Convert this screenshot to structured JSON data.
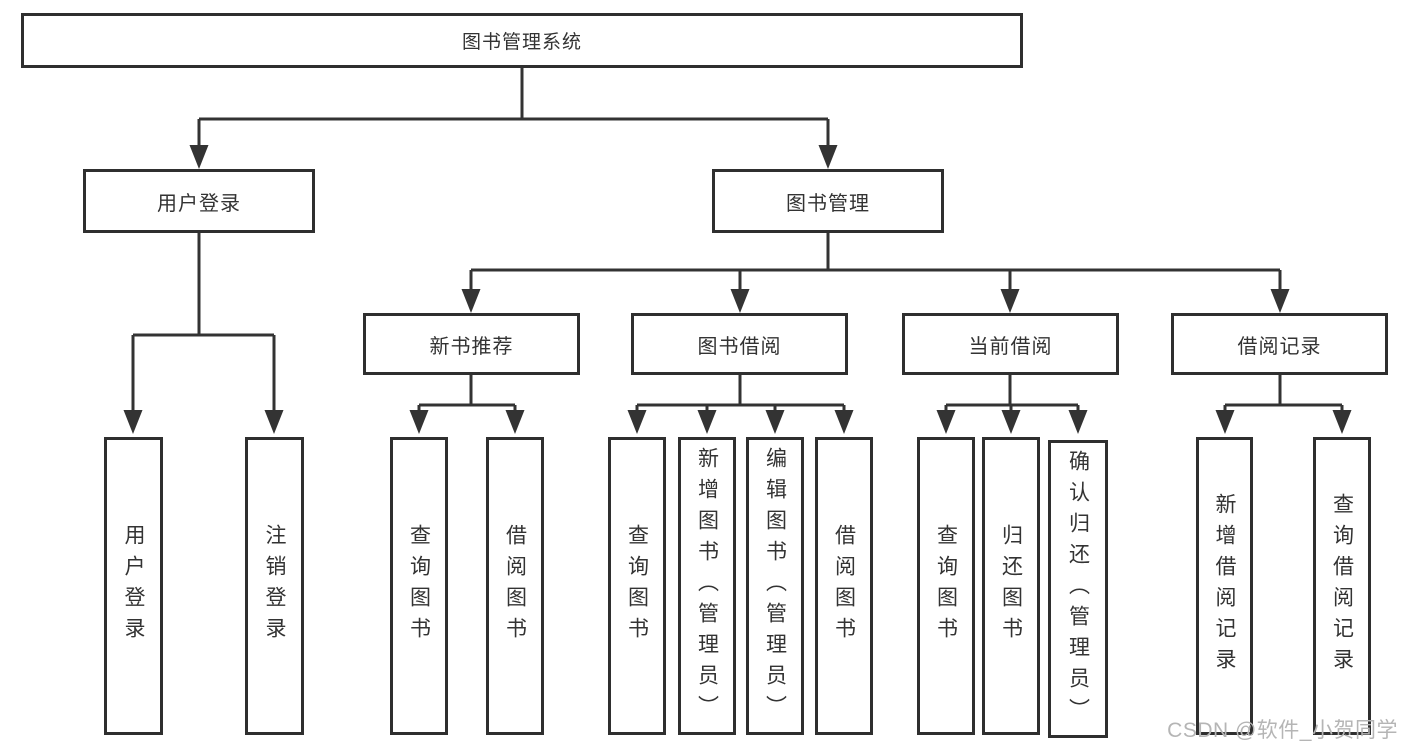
{
  "diagram_type": "hierarchy-tree",
  "colors": {
    "line": "#333333",
    "box_border": "#2f2f2f",
    "text": "#333333",
    "background": "#ffffff",
    "watermark": "#b5b5b5"
  },
  "hierarchy": {
    "label": "图书管理系统",
    "children": [
      {
        "label": "用户登录",
        "children": [
          {
            "label": "用户登录"
          },
          {
            "label": "注销登录"
          }
        ]
      },
      {
        "label": "图书管理",
        "children": [
          {
            "label": "新书推荐",
            "children": [
              {
                "label": "查询图书"
              },
              {
                "label": "借阅图书"
              }
            ]
          },
          {
            "label": "图书借阅",
            "children": [
              {
                "label": "查询图书"
              },
              {
                "label": "新增图书（管理员）"
              },
              {
                "label": "编辑图书（管理员）"
              },
              {
                "label": "借阅图书"
              }
            ]
          },
          {
            "label": "当前借阅",
            "children": [
              {
                "label": "查询图书"
              },
              {
                "label": "归还图书"
              },
              {
                "label": "确认归还（管理员）"
              }
            ]
          },
          {
            "label": "借阅记录",
            "children": [
              {
                "label": "新增借阅记录"
              },
              {
                "label": "查询借阅记录"
              }
            ]
          }
        ]
      }
    ]
  },
  "watermark": "CSDN @软件_小贺同学"
}
